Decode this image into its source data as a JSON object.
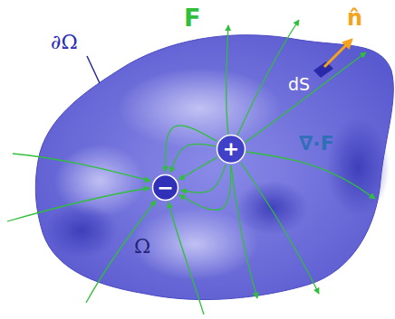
{
  "diagram": {
    "nodes": [
      {
        "text": [
          "+"
        ]
      },
      {
        "text": [
          "−"
        ]
      }
    ],
    "edges": [
      {
        "from": 0,
        "to": 1,
        "arrow": "to"
      },
      {
        "from": 0,
        "to": 1,
        "arrow": "to"
      },
      {
        "from": 0,
        "to": 1,
        "arrow": "to"
      },
      {
        "from": 0,
        "to": 1,
        "arrow": "to"
      },
      {
        "from": 0,
        "to": 1,
        "arrow": "to"
      }
    ],
    "labels": [
      "F",
      "n̂",
      "dS",
      "∂Ω",
      "∇·F",
      "Ω"
    ]
  }
}
